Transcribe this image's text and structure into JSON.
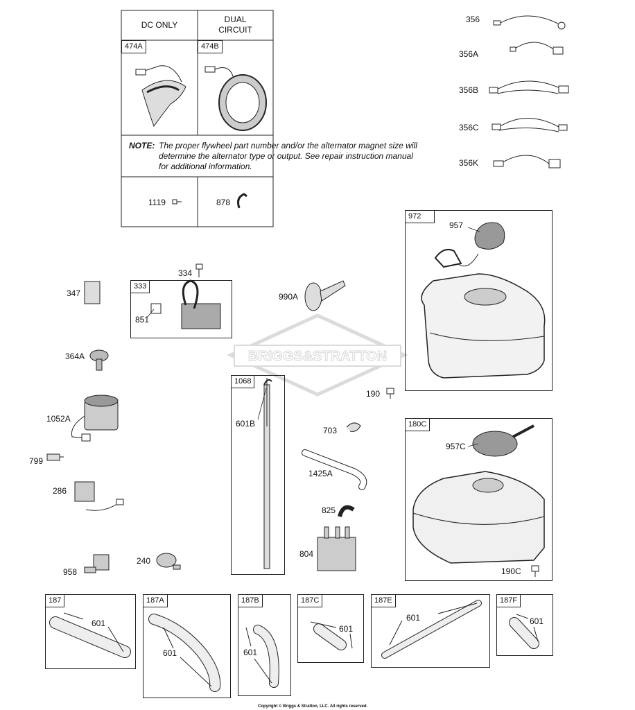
{
  "alternator_table": {
    "col1_header": "DC ONLY",
    "col2_header_line1": "DUAL",
    "col2_header_line2": "CIRCUIT",
    "col1_tag": "474A",
    "col2_tag": "474B",
    "note_label": "NOTE:",
    "note_line1": "The proper flywheel part number and/or the alternator magnet size will",
    "note_line2": "determine the alternator type or output. See repair instruction manual",
    "note_line3": "for additional information.",
    "part_1119": "1119",
    "part_878": "878"
  },
  "wires": [
    "356",
    "356A",
    "356B",
    "356C",
    "356K"
  ],
  "boxes": {
    "b972": "972",
    "b333": "333",
    "b1068": "1068",
    "b180c": "180C",
    "b187": "187",
    "b187a": "187A",
    "b187b": "187B",
    "b187c": "187C",
    "b187e": "187E",
    "b187f": "187F"
  },
  "parts": {
    "p957": "957",
    "p334": "334",
    "p347": "347",
    "p851": "851",
    "p990a": "990A",
    "p364a": "364A",
    "p1052a": "1052A",
    "p799": "799",
    "p286": "286",
    "p958": "958",
    "p240": "240",
    "p601b": "601B",
    "p190": "190",
    "p703": "703",
    "p1425a": "1425A",
    "p825": "825",
    "p804": "804",
    "p957c": "957C",
    "p190c": "190C",
    "p601_187": "601",
    "p601_187a": "601",
    "p601_187b": "601",
    "p601_187c": "601",
    "p601_187e": "601",
    "p601_187f": "601"
  },
  "watermark": "BRIGGS&STRATTON",
  "copyright": "Copyright © Briggs & Stratton, LLC. All rights reserved."
}
